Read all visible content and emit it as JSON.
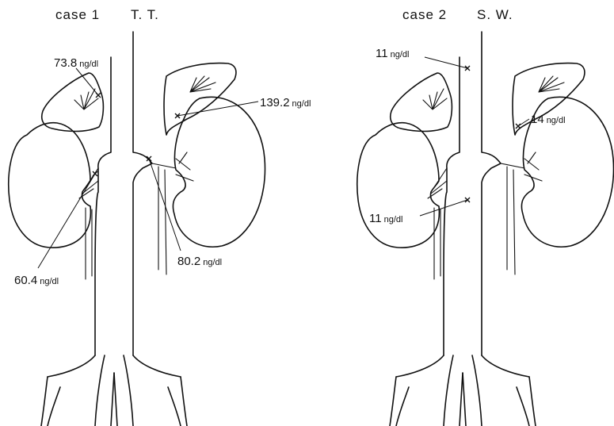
{
  "diagram": {
    "panels": [
      {
        "title_case": "case 1",
        "title_patient": "T. T.",
        "labels": [
          {
            "value": "73.8",
            "unit": "ng/dl"
          },
          {
            "value": "139.2",
            "unit": "ng/dl"
          },
          {
            "value": "60.4",
            "unit": "ng/dl"
          },
          {
            "value": "80.2",
            "unit": "ng/dl"
          }
        ]
      },
      {
        "title_case": "case 2",
        "title_patient": "S. W.",
        "labels": [
          {
            "value": "11",
            "unit": "ng/dl"
          },
          {
            "value": "14",
            "unit": "ng/dl"
          },
          {
            "value": "11",
            "unit": "ng/dl"
          }
        ]
      }
    ]
  }
}
